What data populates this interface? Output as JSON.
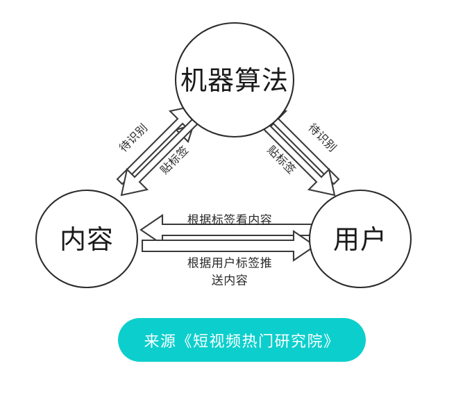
{
  "diagram": {
    "type": "cycle-diagram",
    "background_color": "#ffffff",
    "stroke_color": "#2b2b2b",
    "nodes": [
      {
        "id": "algorithm",
        "label": "机器算法",
        "position": "top"
      },
      {
        "id": "content",
        "label": "内容",
        "position": "left"
      },
      {
        "id": "user",
        "label": "用户",
        "position": "right"
      }
    ],
    "edges": [
      {
        "id": "content-to-algorithm",
        "label": "待识别",
        "from": "content",
        "to": "algorithm",
        "side": "left-outer"
      },
      {
        "id": "algorithm-to-content",
        "label": "贴标签",
        "from": "algorithm",
        "to": "content",
        "side": "left-inner"
      },
      {
        "id": "user-to-algorithm",
        "label": "待识别",
        "from": "user",
        "to": "algorithm",
        "side": "right-outer"
      },
      {
        "id": "algorithm-to-user",
        "label": "贴标签",
        "from": "algorithm",
        "to": "user",
        "side": "right-inner"
      },
      {
        "id": "user-to-content",
        "label": "根据标签看内容",
        "from": "user",
        "to": "content",
        "side": "bottom-upper"
      },
      {
        "id": "content-to-user",
        "label_line1": "根据用户标签推",
        "label_line2": "送内容",
        "from": "content",
        "to": "user",
        "side": "bottom-lower"
      }
    ]
  },
  "banner": {
    "text": "来源《短视频热门研究院》",
    "background_color": "#0ccfcd",
    "text_color": "#ffffff"
  }
}
